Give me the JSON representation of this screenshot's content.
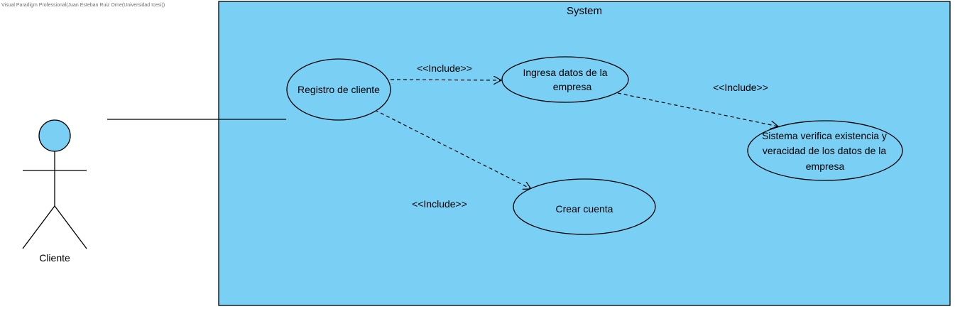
{
  "watermark": "Visual Paradigm Professional(Juan Esteban Ruiz Orne(Universidad Icesi))",
  "system": {
    "title": "System"
  },
  "actor": {
    "name": "Cliente"
  },
  "use_cases": {
    "registro": {
      "lines": [
        "Registro de cliente"
      ]
    },
    "ingresa": {
      "lines": [
        "Ingresa datos de la",
        "empresa"
      ]
    },
    "verifica": {
      "lines": [
        "Sistema verifica existencia y",
        "veracidad de los datos de la",
        "empresa"
      ]
    },
    "crear": {
      "lines": [
        "Crear cuenta"
      ]
    }
  },
  "relations": {
    "include_1": "<<Include>>",
    "include_2": "<<Include>>",
    "include_3": "<<Include>>"
  },
  "colors": {
    "system_fill": "#7acff5",
    "use_case_fill": "#7acff5",
    "actor_head_fill": "#7acff5",
    "stroke": "#000000"
  }
}
